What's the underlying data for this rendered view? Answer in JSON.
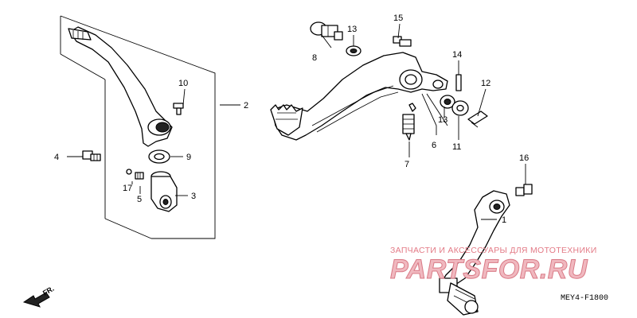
{
  "callouts": {
    "c1": "1",
    "c2": "2",
    "c3": "3",
    "c4": "4",
    "c5": "5",
    "c6": "6",
    "c7": "7",
    "c8": "8",
    "c9": "9",
    "c10": "10",
    "c11": "11",
    "c12": "12",
    "c13a": "13",
    "c13b": "13",
    "c14": "14",
    "c15": "15",
    "c16": "16",
    "c17": "17"
  },
  "diagram_code": "MEY4-F1800",
  "direction_label": "FR.",
  "watermark": {
    "tagline": "ЗАПЧАСТИ И АКСЕССУАРЫ ДЛЯ МОТОТЕХНИКИ",
    "brand": "PARTSFOR.RU"
  }
}
